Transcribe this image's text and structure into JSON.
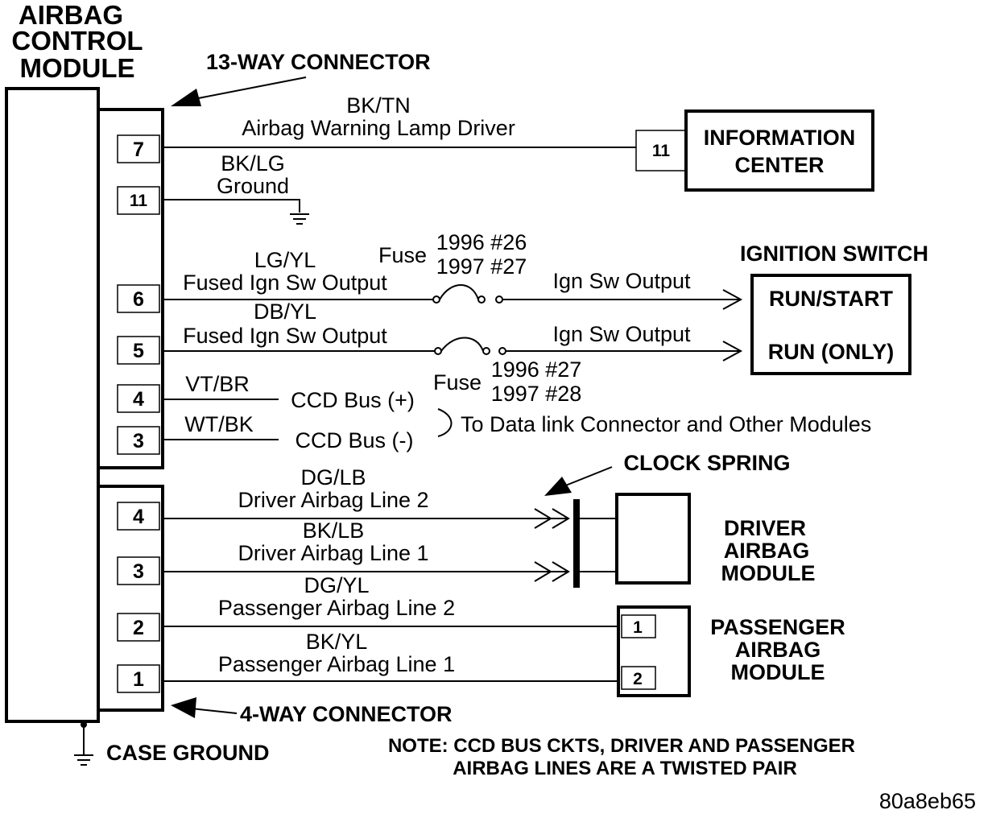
{
  "acm": {
    "title_line1": "AIRBAG",
    "title_line2": "CONTROL",
    "title_line3": "MODULE"
  },
  "connectors": {
    "way13_label": "13-WAY CONNECTOR",
    "way4_label": "4-WAY CONNECTOR"
  },
  "pins13": [
    {
      "pin": "7",
      "wire": "BK/TN",
      "desc": "Airbag Warning Lamp Driver"
    },
    {
      "pin": "11",
      "wire": "BK/LG",
      "desc": "Ground"
    },
    {
      "pin": "6",
      "wire": "LG/YL",
      "desc": "Fused Ign Sw Output"
    },
    {
      "pin": "5",
      "wire": "DB/YL",
      "desc": "Fused Ign Sw Output"
    },
    {
      "pin": "4",
      "wire": "VT/BR",
      "desc": "CCD Bus (+)"
    },
    {
      "pin": "3",
      "wire": "WT/BK",
      "desc": "CCD Bus (-)"
    }
  ],
  "pins4": [
    {
      "pin": "4",
      "wire": "DG/LB",
      "desc": "Driver Airbag Line 2"
    },
    {
      "pin": "3",
      "wire": "BK/LB",
      "desc": "Driver Airbag Line 1"
    },
    {
      "pin": "2",
      "wire": "DG/YL",
      "desc": "Passenger Airbag Line 2"
    },
    {
      "pin": "1",
      "wire": "BK/YL",
      "desc": "Passenger Airbag Line 1"
    }
  ],
  "info_center": {
    "line1": "INFORMATION",
    "line2": "CENTER",
    "pin": "11"
  },
  "fuse_a": {
    "label": "Fuse",
    "year1": "1996 #26",
    "year2": "1997 #27"
  },
  "fuse_b": {
    "label": "Fuse",
    "year1": "1996 #27",
    "year2": "1997 #28"
  },
  "ign_output": "Ign Sw Output",
  "ignition_switch": {
    "title": "IGNITION SWITCH",
    "run_start": "RUN/START",
    "run_only": "RUN (ONLY)"
  },
  "data_link": "To Data link Connector and Other Modules",
  "clock_spring": "CLOCK SPRING",
  "driver_module": {
    "line1": "DRIVER",
    "line2": "AIRBAG",
    "line3": "MODULE"
  },
  "passenger_module": {
    "line1": "PASSENGER",
    "line2": "AIRBAG",
    "line3": "MODULE",
    "pin1": "1",
    "pin2": "2"
  },
  "case_ground": "CASE GROUND",
  "note": {
    "line1": "NOTE: CCD BUS CKTS, DRIVER AND PASSENGER",
    "line2": "AIRBAG LINES ARE A TWISTED PAIR"
  },
  "figure_id": "80a8eb65"
}
